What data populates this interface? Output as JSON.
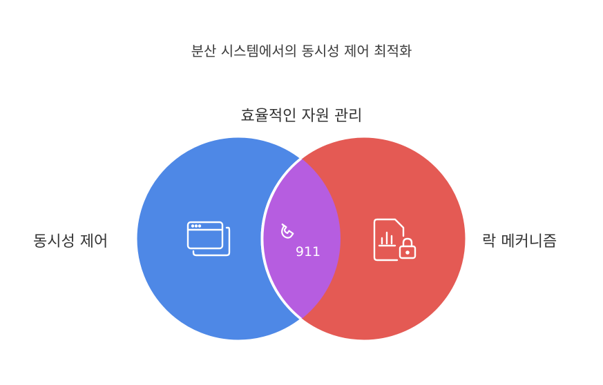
{
  "diagram": {
    "title": "분산 시스템에서의 동시성 제어 최적화",
    "intersection_label": "효율적인 자원 관리",
    "left_set": {
      "label": "동시성 제어",
      "color": "#4e88e6",
      "icon": "browser-windows-icon"
    },
    "right_set": {
      "label": "락 메커니즘",
      "color": "#e45a54",
      "icon": "document-chart-lock-icon"
    },
    "intersection": {
      "color": "#b65de0",
      "icon": "phone-911-icon",
      "icon_text": "911"
    }
  }
}
